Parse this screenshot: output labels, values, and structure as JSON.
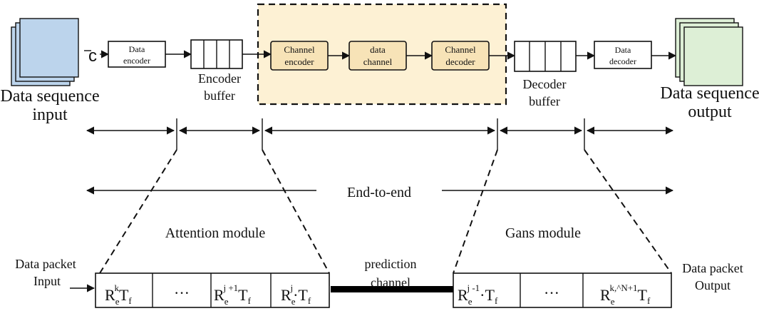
{
  "colors": {
    "input_stack": "#bcd4ec",
    "output_stack": "#ddefd6",
    "channel_region": "#fdf1d4",
    "channel_box": "#f7e3b7",
    "prediction_bar": "#000000"
  },
  "labels": {
    "input_title_1": "Data sequence",
    "input_title_2": "input",
    "c_label": "c",
    "data_encoder_1": "Data",
    "data_encoder_2": "encoder",
    "encoder_buffer_1": "Encoder",
    "encoder_buffer_2": "buffer",
    "channel_encoder_1": "Channel",
    "channel_encoder_2": "encoder",
    "data_channel_1": "data",
    "data_channel_2": "channel",
    "channel_decoder_1": "Channel",
    "channel_decoder_2": "decoder",
    "decoder_buffer_1": "Decoder",
    "decoder_buffer_2": "buffer",
    "data_decoder_1": "Data",
    "data_decoder_2": "decoder",
    "output_title_1": "Data sequence",
    "output_title_2": "output",
    "end_to_end": "End-to-end",
    "attention_module": "Attention module",
    "gans_module": "Gans module",
    "packet_input_1": "Data packet",
    "packet_input_2": "Input",
    "packet_output_1": "Data packet",
    "packet_output_2": "Output",
    "prediction_1": "prediction",
    "prediction_2": "channel"
  },
  "left_packet": {
    "cell1": {
      "base": "R",
      "sub": "e",
      "sup": "k",
      "tail": "T",
      "tail_sub": "f"
    },
    "cell2": "···",
    "cell3": {
      "base": "R",
      "sub": "e",
      "sup": "j +1",
      "tail": "T",
      "tail_sub": "f"
    },
    "cell4": {
      "base": "R",
      "sub": "e",
      "sup": "j",
      "tail": "·T",
      "tail_sub": "f"
    }
  },
  "right_packet": {
    "cell1": {
      "base": "R",
      "sub": "e",
      "sup": "j -1",
      "tail": "·T",
      "tail_sub": "f"
    },
    "cell2": "···",
    "cell3": {
      "base": "R",
      "sub": "e",
      "sup": "k,^N+1",
      "tail": "T",
      "tail_sub": "f"
    }
  }
}
